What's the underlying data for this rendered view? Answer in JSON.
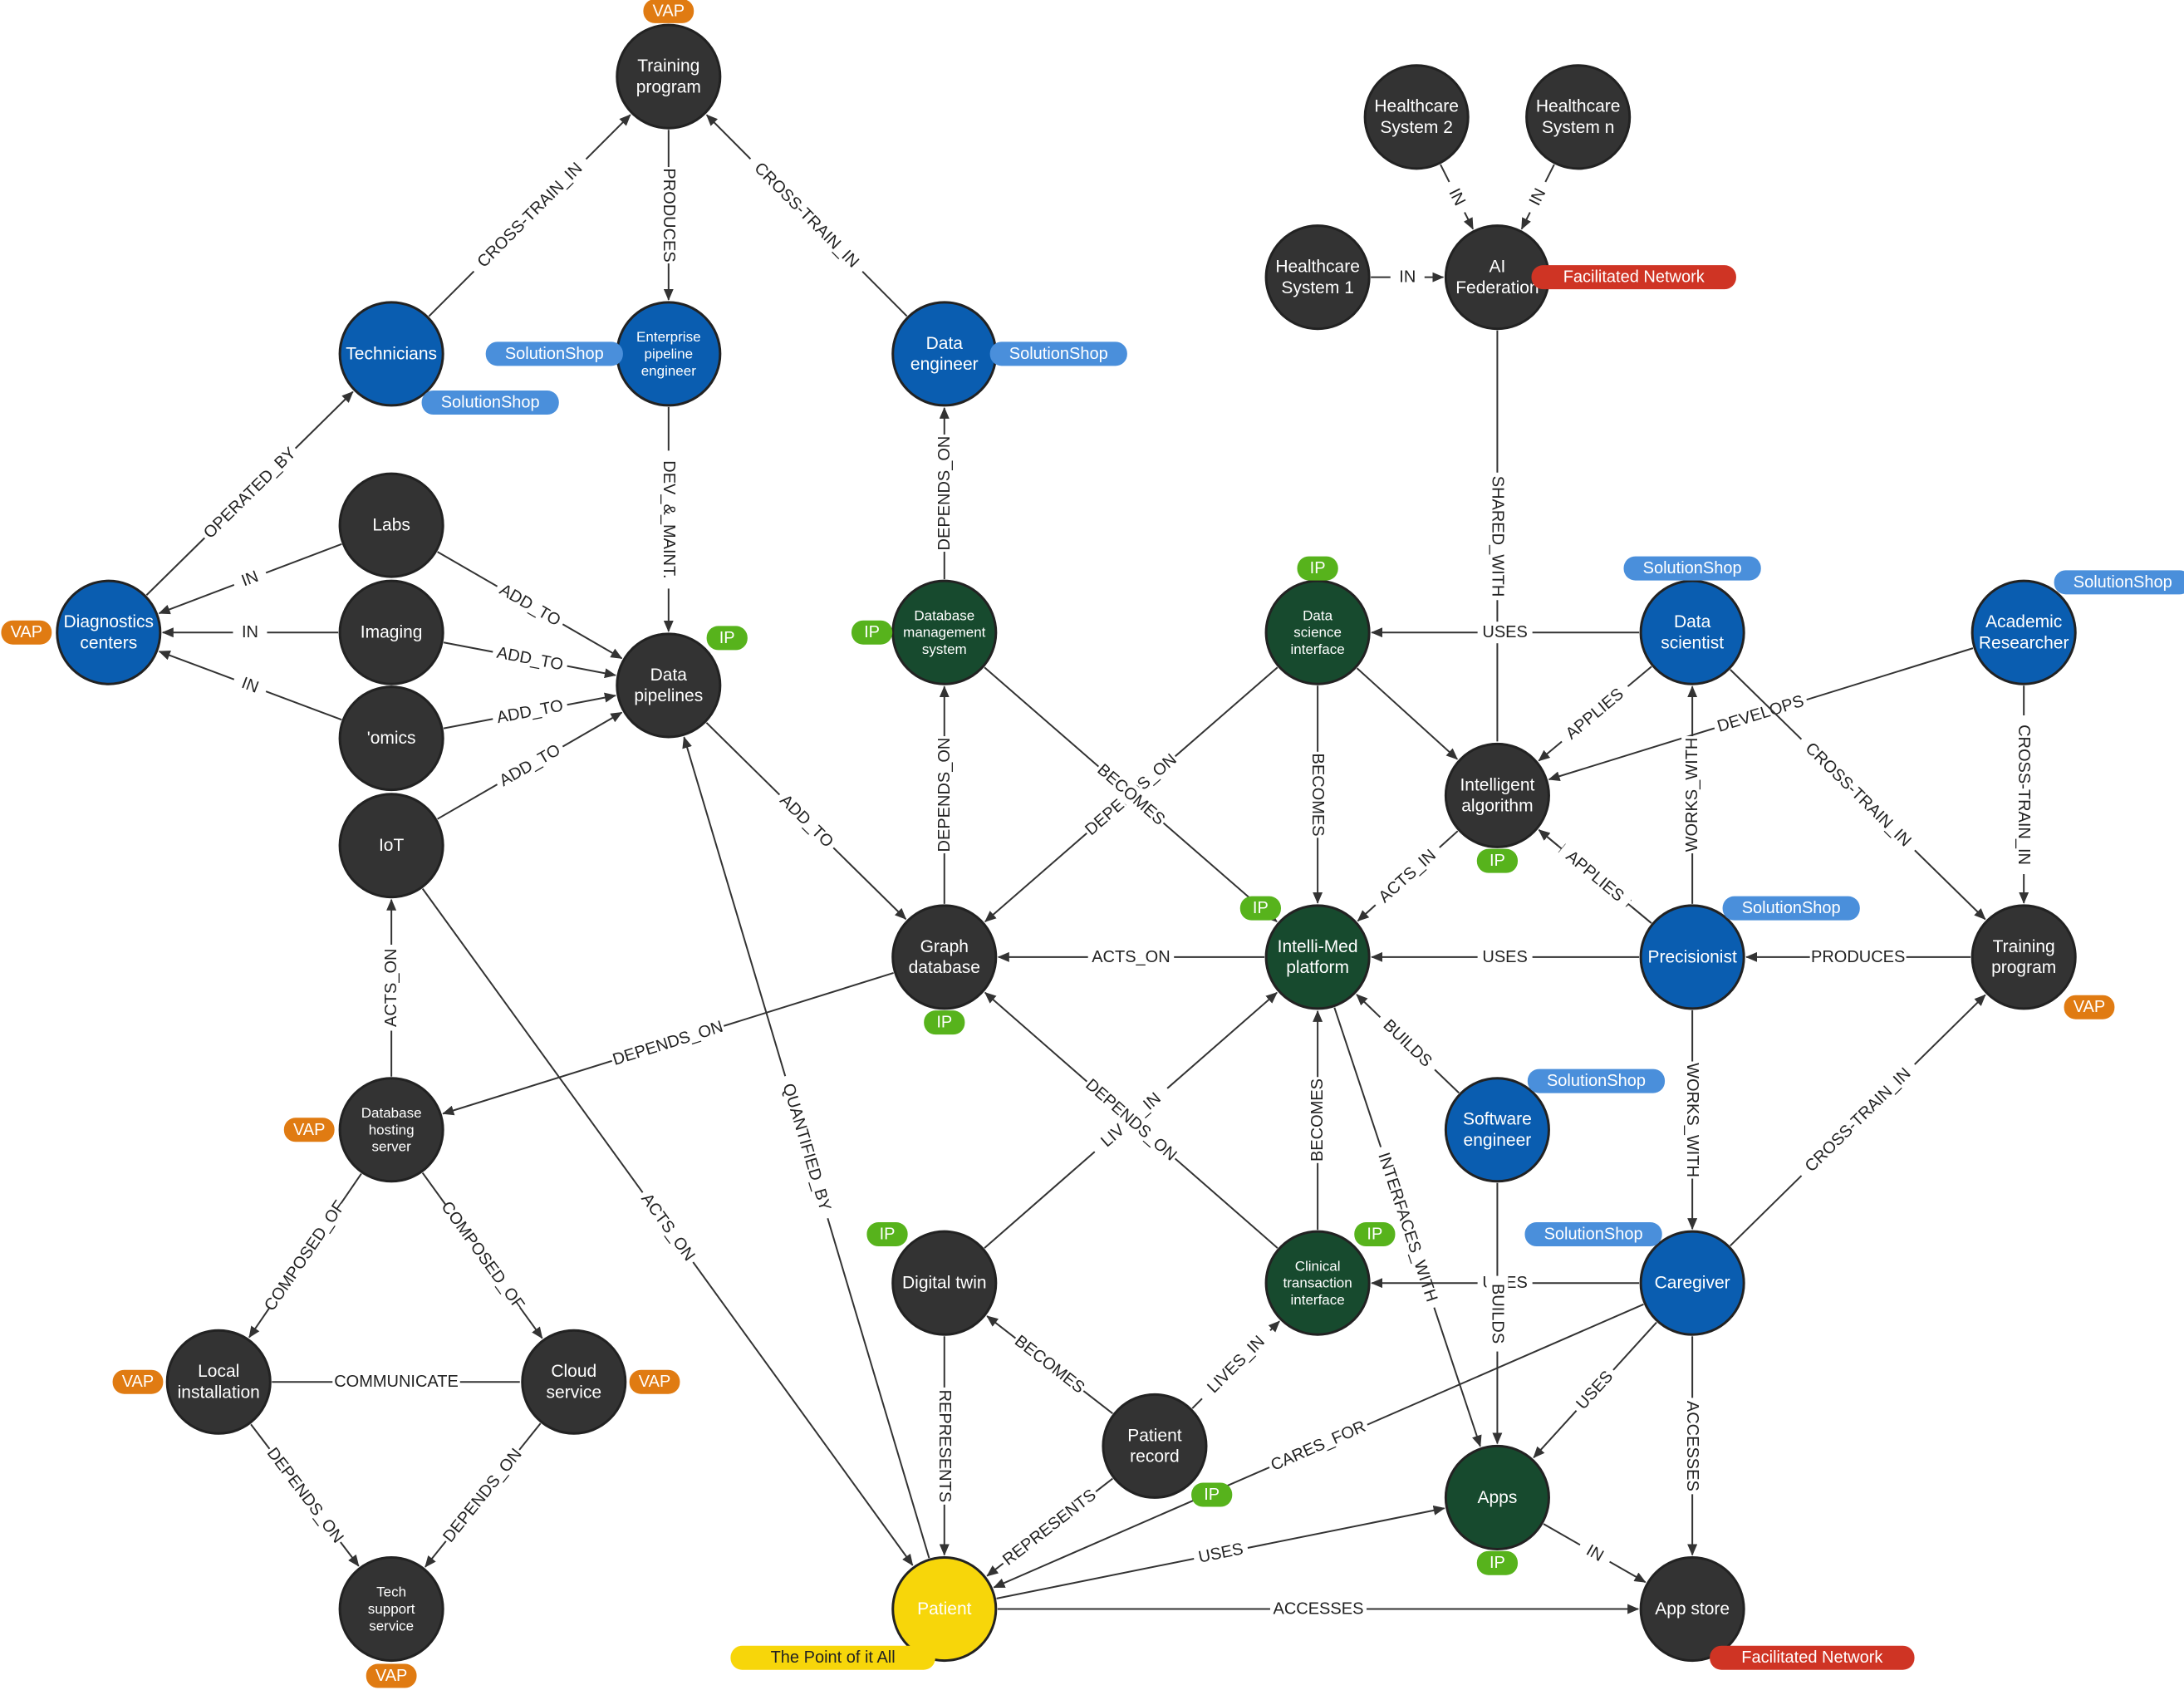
{
  "colors": {
    "dark_node": "#333333",
    "blue_node": "#0a5db0",
    "green_node": "#174a2e",
    "patient_node": "#f7d60a",
    "badge_vap": "#e07b12",
    "badge_ip": "#57b31c",
    "badge_solutionshop": "#4a8fdb",
    "badge_network": "#cf3424",
    "badge_point": "#f7d60a",
    "edge": "#333333"
  },
  "nodes": [
    {
      "id": "training_top",
      "lines": [
        "Training",
        "program"
      ],
      "type": "dark",
      "badges": [
        {
          "text": "VAP",
          "kind": "vap"
        }
      ]
    },
    {
      "id": "technicians",
      "lines": [
        "Technicians"
      ],
      "type": "blue",
      "badges": [
        {
          "text": "SolutionShop",
          "kind": "solutionshop"
        }
      ]
    },
    {
      "id": "enterprise",
      "lines": [
        "Enterprise",
        "pipeline",
        "engineer"
      ],
      "type": "blue",
      "badges": [
        {
          "text": "SolutionShop",
          "kind": "solutionshop"
        }
      ]
    },
    {
      "id": "data_engineer",
      "lines": [
        "Data",
        "engineer"
      ],
      "type": "blue",
      "badges": [
        {
          "text": "SolutionShop",
          "kind": "solutionshop"
        }
      ]
    },
    {
      "id": "hc2",
      "lines": [
        "Healthcare",
        "System 2"
      ],
      "type": "dark",
      "badges": []
    },
    {
      "id": "hcn",
      "lines": [
        "Healthcare",
        "System n"
      ],
      "type": "dark",
      "badges": []
    },
    {
      "id": "hc1",
      "lines": [
        "Healthcare",
        "System 1"
      ],
      "type": "dark",
      "badges": []
    },
    {
      "id": "ai_fed",
      "lines": [
        "AI",
        "Federation"
      ],
      "type": "dark",
      "badges": [
        {
          "text": "Facilitated Network",
          "kind": "network"
        }
      ]
    },
    {
      "id": "labs",
      "lines": [
        "Labs"
      ],
      "type": "dark",
      "badges": []
    },
    {
      "id": "imaging",
      "lines": [
        "Imaging"
      ],
      "type": "dark",
      "badges": []
    },
    {
      "id": "omics",
      "lines": [
        "'omics"
      ],
      "type": "dark",
      "badges": []
    },
    {
      "id": "iot",
      "lines": [
        "IoT"
      ],
      "type": "dark",
      "badges": []
    },
    {
      "id": "diagnostics",
      "lines": [
        "Diagnostics",
        "centers"
      ],
      "type": "blue",
      "badges": [
        {
          "text": "VAP",
          "kind": "vap"
        }
      ]
    },
    {
      "id": "data_pipelines",
      "lines": [
        "Data",
        "pipelines"
      ],
      "type": "dark",
      "badges": [
        {
          "text": "IP",
          "kind": "ip"
        }
      ]
    },
    {
      "id": "dbms",
      "lines": [
        "Database",
        "management",
        "system"
      ],
      "type": "green",
      "badges": [
        {
          "text": "IP",
          "kind": "ip"
        }
      ]
    },
    {
      "id": "dsi",
      "lines": [
        "Data",
        "science",
        "interface"
      ],
      "type": "green",
      "badges": [
        {
          "text": "IP",
          "kind": "ip"
        }
      ]
    },
    {
      "id": "data_scientist",
      "lines": [
        "Data",
        "scientist"
      ],
      "type": "blue",
      "badges": [
        {
          "text": "SolutionShop",
          "kind": "solutionshop"
        }
      ]
    },
    {
      "id": "academic",
      "lines": [
        "Academic",
        "Researcher"
      ],
      "type": "blue",
      "badges": [
        {
          "text": "SolutionShop",
          "kind": "solutionshop"
        }
      ]
    },
    {
      "id": "intelligent",
      "lines": [
        "Intelligent",
        "algorithm"
      ],
      "type": "dark",
      "badges": [
        {
          "text": "IP",
          "kind": "ip"
        }
      ]
    },
    {
      "id": "graph_db",
      "lines": [
        "Graph",
        "database"
      ],
      "type": "dark",
      "badges": [
        {
          "text": "IP",
          "kind": "ip"
        }
      ]
    },
    {
      "id": "intellimed",
      "lines": [
        "Intelli-Med",
        "platform"
      ],
      "type": "green",
      "badges": [
        {
          "text": "IP",
          "kind": "ip"
        }
      ]
    },
    {
      "id": "precisionist",
      "lines": [
        "Precisionist"
      ],
      "type": "blue",
      "badges": [
        {
          "text": "SolutionShop",
          "kind": "solutionshop"
        }
      ]
    },
    {
      "id": "training_right",
      "lines": [
        "Training",
        "program"
      ],
      "type": "dark",
      "badges": [
        {
          "text": "VAP",
          "kind": "vap"
        }
      ]
    },
    {
      "id": "db_hosting",
      "lines": [
        "Database",
        "hosting",
        "server"
      ],
      "type": "dark",
      "badges": [
        {
          "text": "VAP",
          "kind": "vap"
        }
      ]
    },
    {
      "id": "software_eng",
      "lines": [
        "Software",
        "engineer"
      ],
      "type": "blue",
      "badges": [
        {
          "text": "SolutionShop",
          "kind": "solutionshop"
        }
      ]
    },
    {
      "id": "digital_twin",
      "lines": [
        "Digital twin"
      ],
      "type": "dark",
      "badges": [
        {
          "text": "IP",
          "kind": "ip"
        }
      ]
    },
    {
      "id": "cti",
      "lines": [
        "Clinical",
        "transaction",
        "interface"
      ],
      "type": "green",
      "badges": [
        {
          "text": "IP",
          "kind": "ip"
        }
      ]
    },
    {
      "id": "caregiver",
      "lines": [
        "Caregiver"
      ],
      "type": "blue",
      "badges": [
        {
          "text": "SolutionShop",
          "kind": "solutionshop"
        }
      ]
    },
    {
      "id": "local_install",
      "lines": [
        "Local",
        "installation"
      ],
      "type": "dark",
      "badges": [
        {
          "text": "VAP",
          "kind": "vap"
        }
      ]
    },
    {
      "id": "cloud",
      "lines": [
        "Cloud",
        "service"
      ],
      "type": "dark",
      "badges": [
        {
          "text": "VAP",
          "kind": "vap"
        }
      ]
    },
    {
      "id": "patient_record",
      "lines": [
        "Patient",
        "record"
      ],
      "type": "dark",
      "badges": [
        {
          "text": "IP",
          "kind": "ip"
        }
      ]
    },
    {
      "id": "apps",
      "lines": [
        "Apps"
      ],
      "type": "green",
      "badges": [
        {
          "text": "IP",
          "kind": "ip"
        }
      ]
    },
    {
      "id": "tech_support",
      "lines": [
        "Tech",
        "support",
        "service"
      ],
      "type": "dark",
      "badges": [
        {
          "text": "VAP",
          "kind": "vap"
        }
      ]
    },
    {
      "id": "patient",
      "lines": [
        "Patient"
      ],
      "type": "patient",
      "badges": [
        {
          "text": "The Point of it All",
          "kind": "point"
        }
      ]
    },
    {
      "id": "app_store",
      "lines": [
        "App store"
      ],
      "type": "dark",
      "badges": [
        {
          "text": "Facilitated Network",
          "kind": "network"
        }
      ]
    }
  ],
  "edges": [
    {
      "from": "technicians",
      "to": "training_top",
      "label": "CROSS-TRAIN_IN"
    },
    {
      "from": "training_top",
      "to": "enterprise",
      "label": "PRODUCES"
    },
    {
      "from": "data_engineer",
      "to": "training_top",
      "label": "CROSS-TRAIN_IN"
    },
    {
      "from": "hc2",
      "to": "ai_fed",
      "label": "IN"
    },
    {
      "from": "hcn",
      "to": "ai_fed",
      "label": "IN"
    },
    {
      "from": "hc1",
      "to": "ai_fed",
      "label": "IN"
    },
    {
      "from": "diagnostics",
      "to": "technicians",
      "label": "OPERATED_BY"
    },
    {
      "from": "labs",
      "to": "diagnostics",
      "label": "IN"
    },
    {
      "from": "imaging",
      "to": "diagnostics",
      "label": "IN"
    },
    {
      "from": "omics",
      "to": "diagnostics",
      "label": "IN"
    },
    {
      "from": "labs",
      "to": "data_pipelines",
      "label": "ADD_TO"
    },
    {
      "from": "imaging",
      "to": "data_pipelines",
      "label": "ADD_TO"
    },
    {
      "from": "omics",
      "to": "data_pipelines",
      "label": "ADD_TO"
    },
    {
      "from": "iot",
      "to": "data_pipelines",
      "label": "ADD_TO"
    },
    {
      "from": "enterprise",
      "to": "data_pipelines",
      "label": "DEV_&_MAINT."
    },
    {
      "from": "dbms",
      "to": "data_engineer",
      "label": "DEPENDS_ON"
    },
    {
      "from": "ai_fed",
      "to": "intelligent",
      "label": "SHARED_WITH",
      "arrow": false
    },
    {
      "from": "data_scientist",
      "to": "dsi",
      "label": "USES"
    },
    {
      "from": "data_scientist",
      "to": "intelligent",
      "label": "APPLIES"
    },
    {
      "from": "academic",
      "to": "intelligent",
      "label": "DEVELOPS"
    },
    {
      "from": "data_scientist",
      "to": "training_right",
      "label": "CROSS-TRAIN_IN"
    },
    {
      "from": "academic",
      "to": "training_right",
      "label": "CROSS-TRAIN_IN"
    },
    {
      "from": "dsi",
      "to": "intelligent",
      "label": ""
    },
    {
      "from": "dsi",
      "to": "intellimed",
      "label": "BECOMES"
    },
    {
      "from": "dsi",
      "to": "graph_db",
      "label": "DEPENDS_ON"
    },
    {
      "from": "dbms",
      "to": "intellimed",
      "label": "BECOMES"
    },
    {
      "from": "graph_db",
      "to": "dbms",
      "label": "DEPENDS_ON"
    },
    {
      "from": "data_pipelines",
      "to": "graph_db",
      "label": "ADD_TO"
    },
    {
      "from": "intelligent",
      "to": "intellimed",
      "label": "ACTS_IN"
    },
    {
      "from": "precisionist",
      "to": "data_scientist",
      "label": "WORKS_WITH"
    },
    {
      "from": "precisionist",
      "to": "intelligent",
      "label": "DEVELOPS"
    },
    {
      "from": "precisionist",
      "to": "intelligent",
      "label": "APPLIES"
    },
    {
      "from": "intellimed",
      "to": "graph_db",
      "label": "ACTS_ON"
    },
    {
      "from": "precisionist",
      "to": "intellimed",
      "label": "USES"
    },
    {
      "from": "training_right",
      "to": "precisionist",
      "label": "PRODUCES"
    },
    {
      "from": "graph_db",
      "to": "db_hosting",
      "label": "DEPENDS_ON"
    },
    {
      "from": "db_hosting",
      "to": "iot",
      "label": "ACTS_ON"
    },
    {
      "from": "software_eng",
      "to": "intellimed",
      "label": "BUILDS"
    },
    {
      "from": "precisionist",
      "to": "caregiver",
      "label": "WORKS_WITH"
    },
    {
      "from": "caregiver",
      "to": "training_right",
      "label": "CROSS-TRAIN_IN"
    },
    {
      "from": "digital_twin",
      "to": "intellimed",
      "label": "LIVES_IN"
    },
    {
      "from": "cti",
      "to": "graph_db",
      "label": "DEPENDS_ON"
    },
    {
      "from": "cti",
      "to": "intellimed",
      "label": "BECOMES"
    },
    {
      "from": "intellimed",
      "to": "apps",
      "label": "INTERFACES_WITH"
    },
    {
      "from": "caregiver",
      "to": "cti",
      "label": "USES"
    },
    {
      "from": "software_eng",
      "to": "apps",
      "label": "BUILDS"
    },
    {
      "from": "db_hosting",
      "to": "local_install",
      "label": "COMPOSED_OF"
    },
    {
      "from": "db_hosting",
      "to": "cloud",
      "label": "COMPOSED_OF"
    },
    {
      "from": "local_install",
      "to": "cloud",
      "label": "COMMUNICATE",
      "arrow": false
    },
    {
      "from": "local_install",
      "to": "tech_support",
      "label": "DEPENDS_ON"
    },
    {
      "from": "cloud",
      "to": "tech_support",
      "label": "DEPENDS_ON"
    },
    {
      "from": "iot",
      "to": "patient",
      "label": "ACTS_ON"
    },
    {
      "from": "patient",
      "to": "data_pipelines",
      "label": "QUANTIFIED_BY"
    },
    {
      "from": "digital_twin",
      "to": "patient",
      "label": "REPRESENTS"
    },
    {
      "from": "patient_record",
      "to": "digital_twin",
      "label": "BECOMES"
    },
    {
      "from": "patient_record",
      "to": "cti",
      "label": "LIVES_IN"
    },
    {
      "from": "patient_record",
      "to": "patient",
      "label": "REPRESENTS"
    },
    {
      "from": "caregiver",
      "to": "patient",
      "label": "CARES_FOR"
    },
    {
      "from": "caregiver",
      "to": "apps",
      "label": "USES"
    },
    {
      "from": "caregiver",
      "to": "app_store",
      "label": "ACCESSES"
    },
    {
      "from": "patient",
      "to": "apps",
      "label": "USES"
    },
    {
      "from": "apps",
      "to": "app_store",
      "label": "IN"
    },
    {
      "from": "patient",
      "to": "app_store",
      "label": "ACCESSES"
    }
  ]
}
